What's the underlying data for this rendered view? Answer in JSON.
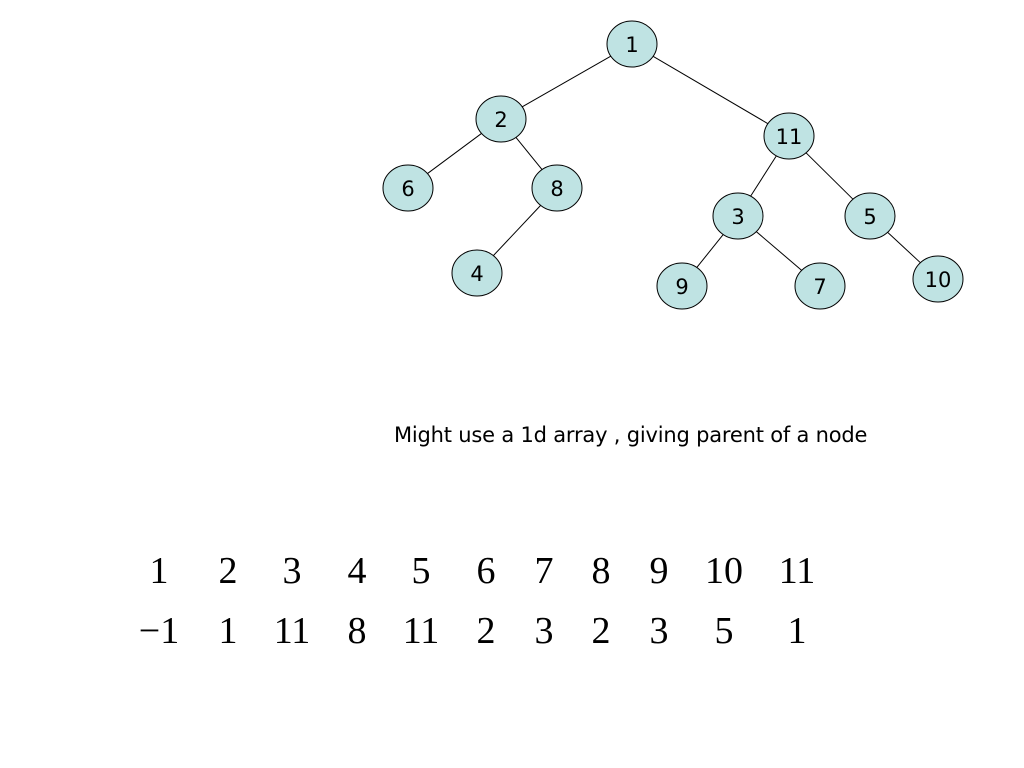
{
  "tree": {
    "nodes": [
      {
        "id": "n1",
        "label": "1"
      },
      {
        "id": "n2",
        "label": "2"
      },
      {
        "id": "n11",
        "label": "11"
      },
      {
        "id": "n6",
        "label": "6"
      },
      {
        "id": "n8",
        "label": "8"
      },
      {
        "id": "n3",
        "label": "3"
      },
      {
        "id": "n5",
        "label": "5"
      },
      {
        "id": "n4",
        "label": "4"
      },
      {
        "id": "n9",
        "label": "9"
      },
      {
        "id": "n7",
        "label": "7"
      },
      {
        "id": "n10",
        "label": "10"
      }
    ],
    "edges": [
      [
        "n1",
        "n2"
      ],
      [
        "n1",
        "n11"
      ],
      [
        "n2",
        "n6"
      ],
      [
        "n2",
        "n8"
      ],
      [
        "n8",
        "n4"
      ],
      [
        "n11",
        "n3"
      ],
      [
        "n11",
        "n5"
      ],
      [
        "n3",
        "n9"
      ],
      [
        "n3",
        "n7"
      ],
      [
        "n5",
        "n10"
      ]
    ],
    "node_fill": "#bfe3e3"
  },
  "caption": "Might use a 1d array , giving parent of a node",
  "parent_array": {
    "indices": [
      "1",
      "2",
      "3",
      "4",
      "5",
      "6",
      "7",
      "8",
      "9",
      "10",
      "11"
    ],
    "parents": [
      "−1",
      "1",
      "11",
      "8",
      "11",
      "2",
      "3",
      "2",
      "3",
      "5",
      "1"
    ]
  }
}
